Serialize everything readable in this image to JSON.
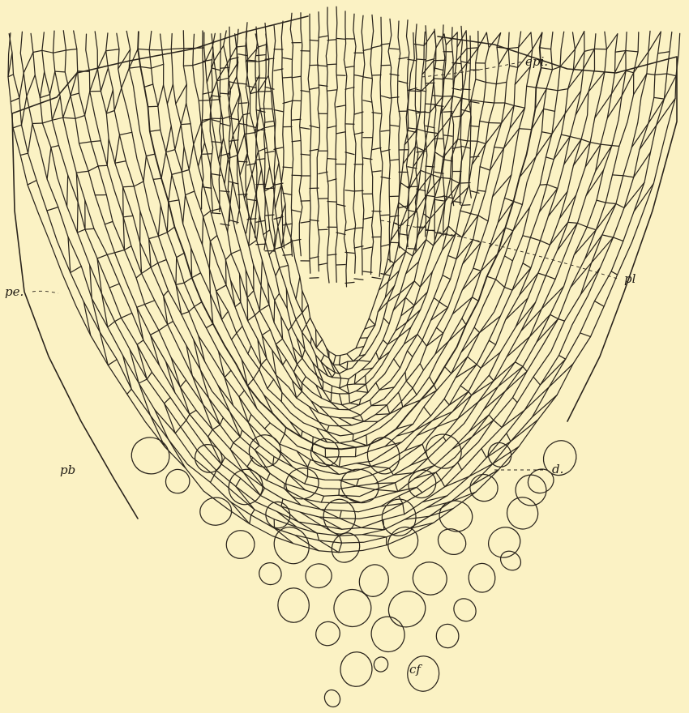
{
  "figure": {
    "background": "#fbf2c4",
    "ink": "#1e1a14",
    "subject": "longitudinal section of root tip",
    "labels": {
      "epi": "epi.",
      "pl": "pl",
      "pe": "pe.",
      "pb": "pb",
      "d": "d.",
      "cf": "cf"
    }
  }
}
